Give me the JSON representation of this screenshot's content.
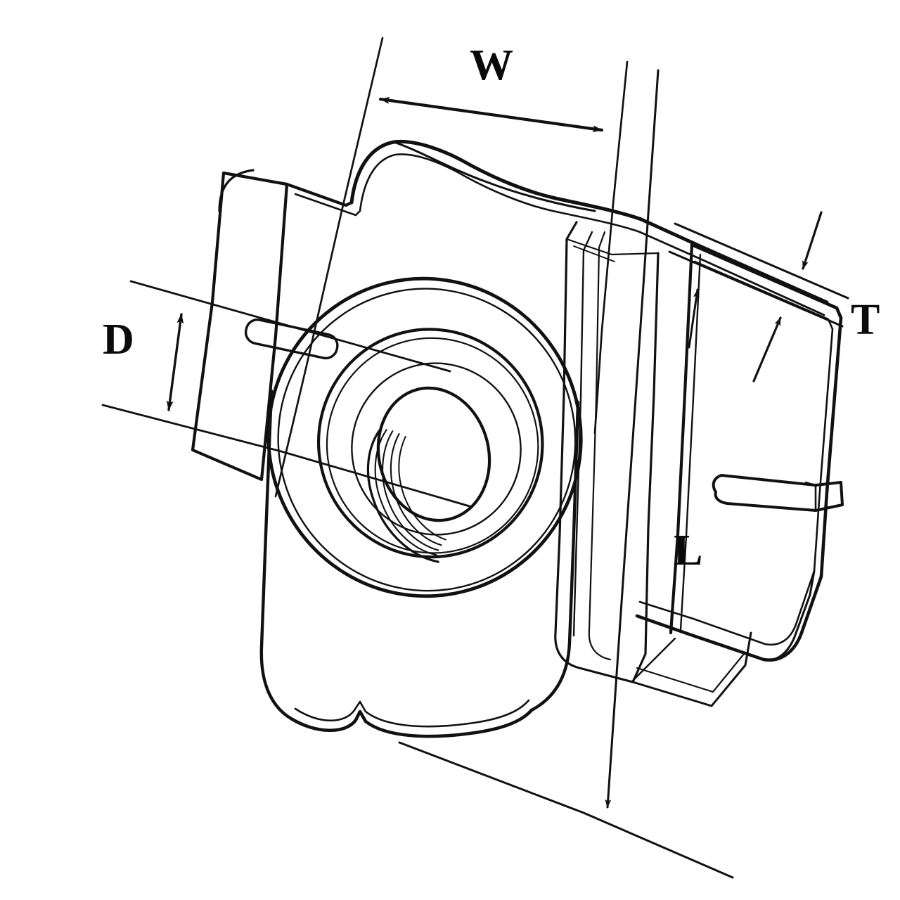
{
  "diagram": {
    "title": "Weld Nut Clip Dimension Diagram",
    "subject": "U-clip weld nut / cage nut isometric technical line drawing",
    "background_color": "#ffffff",
    "line_color": "#111111",
    "label_color": "#0a0a0a",
    "view": "isometric line art, no shading, no fill",
    "labels": [
      {
        "id": "W",
        "text": "W",
        "meaning": "width",
        "arrow": "double-headed",
        "position": "top"
      },
      {
        "id": "T",
        "text": "T",
        "meaning": "thickness",
        "arrow": "two opposing single arrows",
        "position": "right"
      },
      {
        "id": "D",
        "text": "D",
        "meaning": "thread bore diameter",
        "arrow": "double-headed",
        "position": "left"
      },
      {
        "id": "L",
        "text": "L",
        "meaning": "length",
        "arrow": "single arrow",
        "position": "bottom-right"
      }
    ]
  }
}
